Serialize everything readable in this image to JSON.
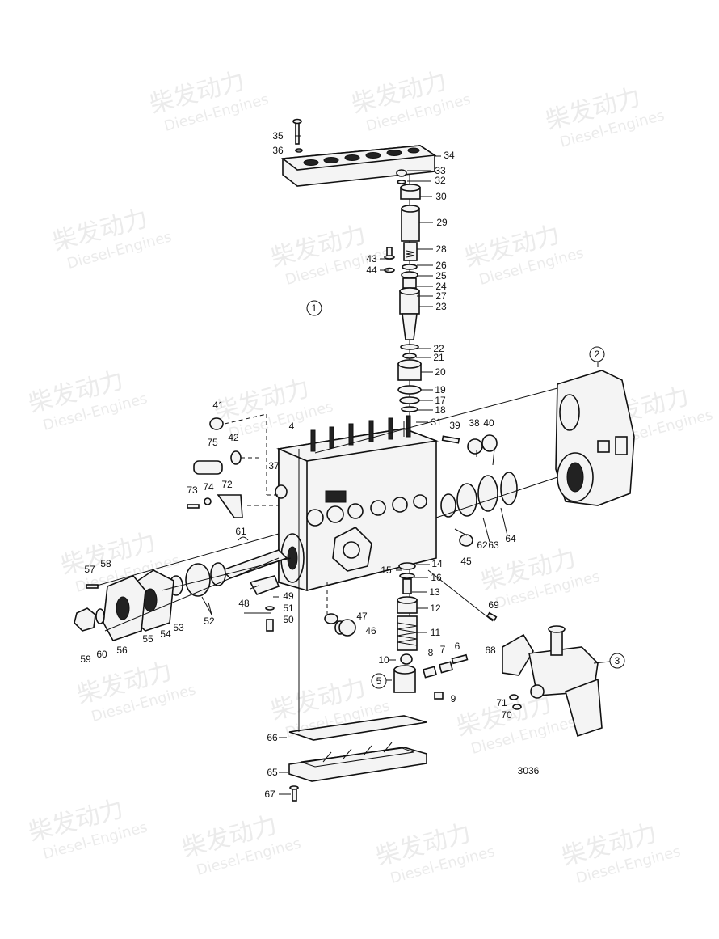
{
  "diagram": {
    "reference_number": "3036",
    "group_labels": [
      "1",
      "2",
      "3",
      "5"
    ],
    "part_labels": [
      "4",
      "6",
      "7",
      "8",
      "9",
      "10",
      "11",
      "12",
      "13",
      "14",
      "15",
      "16",
      "17",
      "18",
      "19",
      "20",
      "21",
      "22",
      "23",
      "24",
      "25",
      "26",
      "27",
      "28",
      "29",
      "30",
      "31",
      "32",
      "33",
      "34",
      "35",
      "36",
      "37",
      "38",
      "39",
      "40",
      "41",
      "42",
      "43",
      "44",
      "45",
      "46",
      "47",
      "48",
      "49",
      "50",
      "51",
      "52",
      "53",
      "54",
      "55",
      "56",
      "57",
      "58",
      "59",
      "60",
      "61",
      "62",
      "63",
      "64",
      "65",
      "66",
      "67",
      "68",
      "69",
      "70",
      "71",
      "72",
      "73",
      "74",
      "75"
    ]
  },
  "watermark": {
    "brand_cn": "柴发动力",
    "brand_en": "Diesel-Engines"
  }
}
